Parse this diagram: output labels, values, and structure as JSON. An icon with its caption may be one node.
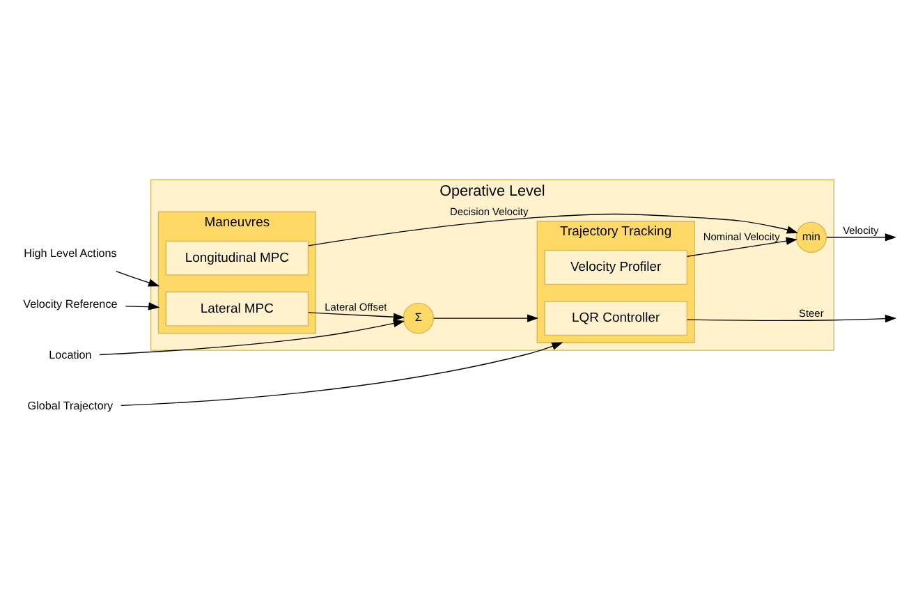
{
  "diagram": {
    "nodes": [
      {
        "text": [
          "Operative Level"
        ]
      },
      {
        "text": [
          "Global Trajectory"
        ]
      },
      {
        "text": [
          "Trajectory Tracking"
        ],
        "in": 0
      },
      {
        "text": [
          "LQR Controller"
        ],
        "in": 2
      },
      {
        "text": [
          "Velocity Profiler"
        ],
        "in": 2
      },
      {
        "text": [
          "min"
        ],
        "in": 0
      },
      {
        "text": [
          "Location"
        ]
      },
      {
        "text": [
          "Σ"
        ],
        "in": 0
      },
      {
        "text": [
          "High Level Actions"
        ]
      },
      {
        "text": [
          "Maneuvres"
        ],
        "in": 0
      },
      {
        "text": [
          "Lateral MPC"
        ],
        "in": 9
      },
      {
        "text": [
          "Velocity Reference"
        ]
      },
      {
        "text": [
          "Longitudinal MPC"
        ],
        "in": 9
      }
    ],
    "edges": [
      {
        "from": 1,
        "to": 2,
        "arrow": "to"
      },
      {
        "from": 3,
        "to": null,
        "arrow": "to",
        "label": "Steer"
      },
      {
        "from": 4,
        "to": 5,
        "arrow": "to",
        "label": "Nominal Velocity"
      },
      {
        "from": 5,
        "to": null,
        "arrow": "to",
        "label": "Velocity"
      },
      {
        "from": 6,
        "to": 7,
        "arrow": "to"
      },
      {
        "from": 7,
        "to": 2,
        "arrow": "to"
      },
      {
        "from": 10,
        "to": 7,
        "arrow": "to",
        "label": "Lateral Offset"
      },
      {
        "from": 12,
        "to": 5,
        "arrow": "to",
        "label": "Decision Velocity"
      },
      {
        "from": 8,
        "to": 9,
        "arrow": "to"
      },
      {
        "from": 11,
        "to": 9,
        "arrow": "to"
      }
    ]
  }
}
